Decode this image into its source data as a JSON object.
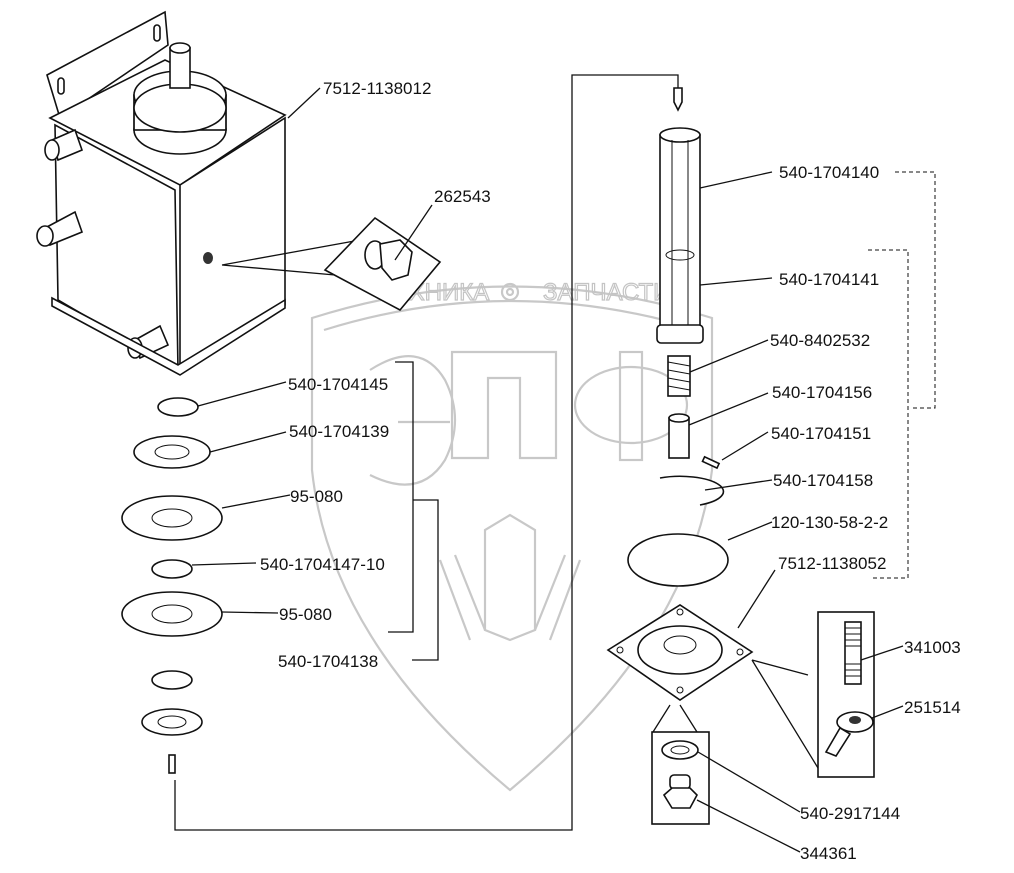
{
  "diagram": {
    "title": "Exploded parts diagram: tank with filter assembly",
    "watermark": {
      "logo_letters": "ЭПФ",
      "text_left": "ТЕХНИКА",
      "text_right": "ЗАПЧАСТИ",
      "icon": "gear-icon"
    },
    "labels": {
      "tank": "7512-1138012",
      "plug": "262543",
      "filter_assembly": "540-1704140",
      "filter_element": "540-1704141",
      "spring": "540-8402532",
      "valve": "540-1704156",
      "pin": "540-1704151",
      "snap_ring": "540-1704158",
      "o_ring": "120-130-58-2-2",
      "cover": "7512-1138052",
      "stud": "341003",
      "wing_nut": "251514",
      "washer_seal": "540-2917144",
      "drain_plug": "344361",
      "ring_small": "540-1704145",
      "washer_1": "540-1704139",
      "disc_1": "95-080",
      "ring_mid": "540-1704147-10",
      "disc_2": "95-080",
      "stack_assembly": "540-1704138"
    }
  }
}
